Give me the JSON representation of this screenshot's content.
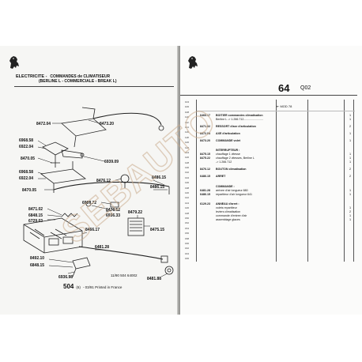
{
  "section": {
    "title_1": "ELECTRICITE -",
    "title_2": "COMMANDES de CLIMATISEUR",
    "title_3": "(BERLINE L - COMMERCIALE - BREAK L)"
  },
  "page": {
    "number": "64",
    "sub": "Q02"
  },
  "footer": {
    "model": "504",
    "model_suffix": "(6)",
    "date_print": "- 03/91 Printed in France",
    "code": "11/90 504 64002"
  },
  "diagram_labels": [
    "8472.04",
    "8473.20",
    "6968.58",
    "6922.04",
    "8470.05",
    "6939.09",
    "6968.58",
    "6922.04",
    "8476.12",
    "8486.15",
    "8470.05",
    "8486.15",
    "6967.72",
    "8476.12",
    "8471.02",
    "6848.15",
    "6729.03",
    "6936.33",
    "8479.22",
    "8475.15",
    "8466.17",
    "6481.28",
    "8492.10",
    "6848.15",
    "6936.98",
    "8481.88"
  ],
  "codes_column": [
    "104",
    "106",
    "108",
    "110",
    "112",
    "114",
    "116",
    "118",
    "120",
    "122",
    "124",
    "126",
    "128",
    "130",
    "132",
    "134",
    "136",
    "138",
    "140",
    "142",
    "144",
    "146",
    "148",
    "150",
    "152",
    "154",
    "156",
    "158",
    "160",
    "162",
    "164",
    "166"
  ],
  "mod_label": "MOD 78",
  "entries": [
    {
      "ref": "6466.17",
      "desc": "BOITIER commandes climatisation",
      "qty": "1"
    },
    {
      "ref": "",
      "desc": "Berline L ->  1.266.712.........................",
      "qty": "1"
    },
    {
      "ref": "8471.02",
      "desc": "RESSORT d'axe d'articulation",
      "qty": "2"
    },
    {
      "ref": "8472.04",
      "desc": "AXE d'articulation",
      "qty": "1"
    },
    {
      "ref": "8473.20",
      "desc": "COMMANDE volet",
      "qty": "1"
    },
    {
      "ref": "",
      "desc": "INTERRUPTEUR :",
      "qty": ""
    },
    {
      "ref": "8475.15",
      "desc": "chauffage 1 vitesse",
      "qty": "1"
    },
    {
      "ref": "8475.22",
      "desc": "chauffage 2 vitesses, Berline L",
      "qty": "1"
    },
    {
      "ref": "",
      "desc": "->  1.266.712",
      "qty": "1"
    },
    {
      "ref": "8476.12",
      "desc": "BOUTON climatisation",
      "qty": "2"
    },
    {
      "ref": "6486.15",
      "desc": "ARRET",
      "qty": "2"
    },
    {
      "ref": "",
      "desc": "COMMANDE :",
      "qty": ""
    },
    {
      "ref": "6481.28",
      "desc": "arrivee d'air longueur 880",
      "qty": "1"
    },
    {
      "ref": "6486.15",
      "desc": "repartiteur d'air longueur 641",
      "qty": "1"
    },
    {
      "ref": "6129.23",
      "desc": "ANNEAU d'arret :",
      "qty": ""
    },
    {
      "ref": "",
      "desc": "volets repartiteur",
      "qty": "1"
    },
    {
      "ref": "",
      "desc": "leviers climatisation",
      "qty": "2"
    },
    {
      "ref": "",
      "desc": "commande d'entree d'air",
      "qty": "1"
    },
    {
      "ref": "",
      "desc": "assemblage glaces",
      "qty": "1"
    }
  ],
  "watermark": "SEBAUTO"
}
